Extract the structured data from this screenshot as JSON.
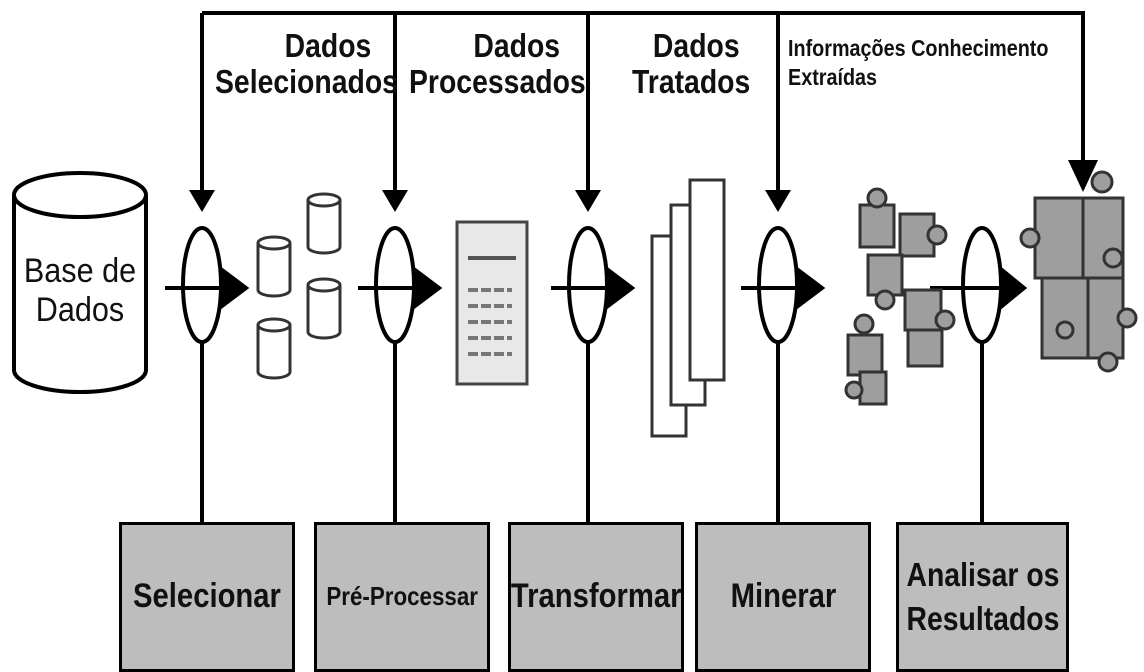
{
  "diagram": {
    "source_label": "Base de Dados",
    "source_label_line1": "Base de",
    "source_label_line2": "Dados",
    "flow_labels": {
      "selected_1": "Dados",
      "selected_2": "Selecionados",
      "processed_1": "Dados",
      "processed_2": "Processados",
      "treated_1": "Dados",
      "treated_2": "Tratados",
      "info_1": "Informações Conhecimento",
      "info_2": "Extraídas"
    },
    "stages": {
      "select": "Selecionar",
      "preprocess": "Pré-Processar",
      "transform": "Transformar",
      "mine": "Minerar",
      "analyze_1": "Analisar os",
      "analyze_2": "Resultados"
    },
    "colors": {
      "box_fill": "#bdbdbd",
      "line": "#000000",
      "icon_fill": "#9e9e9e",
      "doc_fill": "#e8e8e8"
    }
  }
}
